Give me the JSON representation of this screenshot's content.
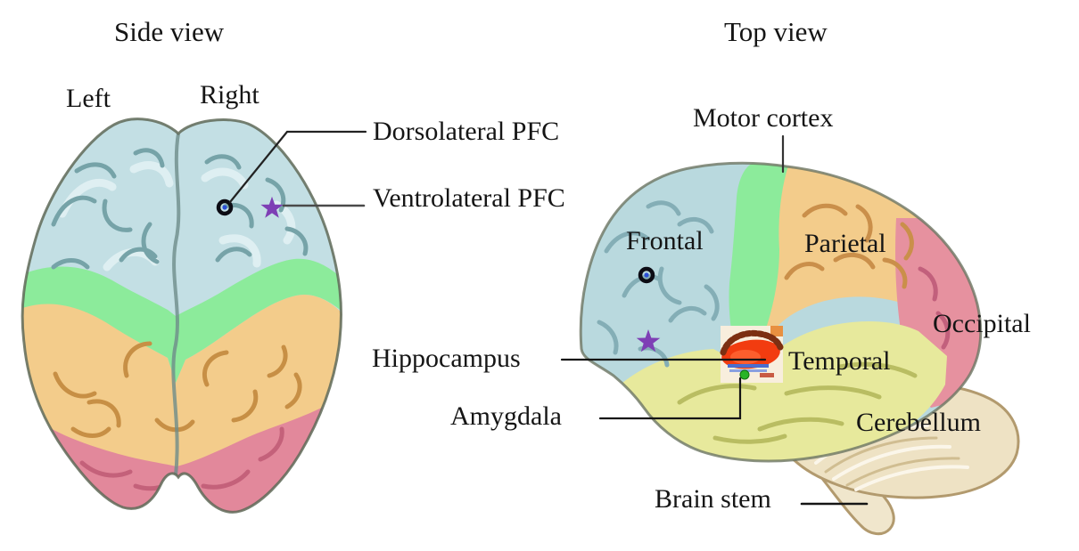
{
  "side_view": {
    "title": "Side view",
    "hemispheres": {
      "left": "Left",
      "right": "Right"
    },
    "callouts": {
      "dorsolateral": {
        "label": "Dorsolateral PFC",
        "marker": "circle-dot"
      },
      "ventrolateral": {
        "label": "Ventrolateral PFC",
        "marker": "star"
      }
    }
  },
  "top_view": {
    "title": "Top view",
    "labels": {
      "motor_cortex": "Motor cortex",
      "frontal": "Frontal",
      "parietal": "Parietal",
      "occipital": "Occipital",
      "temporal": "Temporal",
      "hippocampus": "Hippocampus",
      "amygdala": "Amygdala",
      "cerebellum": "Cerebellum",
      "brain_stem": "Brain stem"
    }
  },
  "colors": {
    "frontal_blue": "#c3dfe4",
    "frontal_blue_side": "#b9d9de",
    "motor_green": "#8ceb9b",
    "parietal_orange": "#f3cc8b",
    "occipital_pink": "#e2889b",
    "occipital_pink_side": "#e6919f",
    "temporal_yellow": "#e7e99c",
    "cerebellum_beige": "#eee2c4",
    "hippocampus_red": "#f23c10",
    "amygdala_green": "#28b426",
    "marker_purple": "#7e3fb5",
    "marker_blue": "#2b4fd6",
    "line_black": "#1c1c1c"
  }
}
